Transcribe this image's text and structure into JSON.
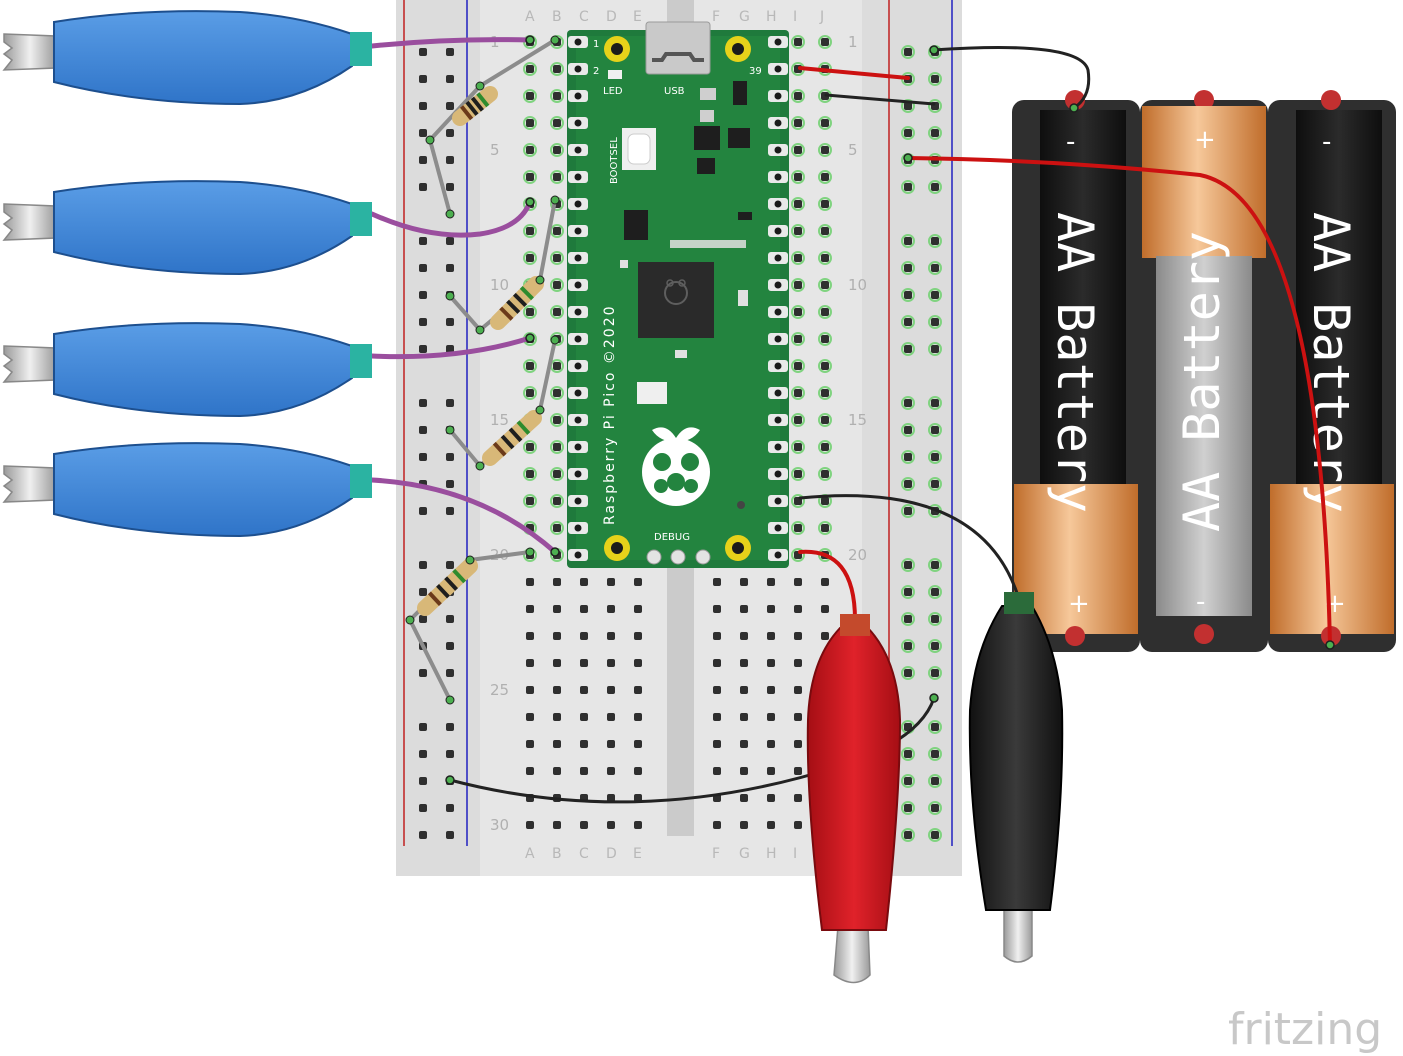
{
  "breadboard": {
    "columns_left": [
      "A",
      "B",
      "C",
      "D",
      "E"
    ],
    "columns_right": [
      "F",
      "G",
      "H",
      "I",
      "J"
    ],
    "row_numbers": [
      "1",
      "5",
      "10",
      "15",
      "20",
      "25",
      "30"
    ]
  },
  "pico": {
    "name": "Raspberry Pi Pico ©2020",
    "pin_first": "1",
    "pin_second": "2",
    "pin_last": "39",
    "led_label": "LED",
    "usb_label": "USB",
    "bootsel_label": "BOOTSEL",
    "debug_label": "DEBUG"
  },
  "batteries": [
    {
      "label": "AA Battery",
      "top_sign": "-",
      "bottom_sign": "+"
    },
    {
      "label": "AA Battery",
      "top_sign": "+",
      "bottom_sign": "-"
    },
    {
      "label": "AA Battery",
      "top_sign": "-",
      "bottom_sign": "+"
    }
  ],
  "clips": {
    "blue_count": 4,
    "colors": {
      "blue": "#3f86d6",
      "red": "#d0141b",
      "black": "#2a2a2a"
    }
  },
  "wires": {
    "purple": "#9a4e9e",
    "red": "#cc1111",
    "black": "#222222",
    "resistor_leg": "#8c8c8c"
  },
  "branding": {
    "logo": "fritzing"
  }
}
